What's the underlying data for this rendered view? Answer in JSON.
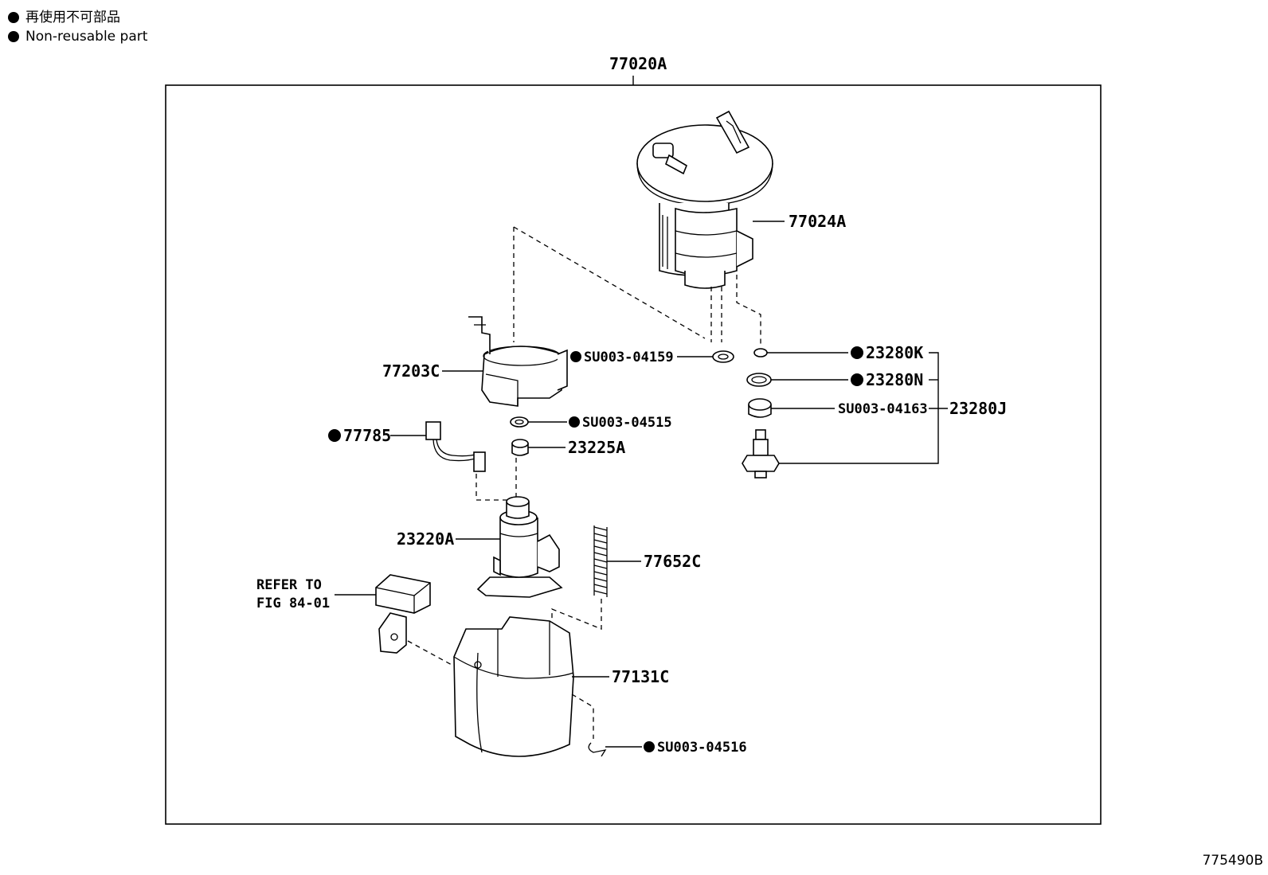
{
  "legend": {
    "line_ja": "再使用不可部品",
    "line_en": "Non-reusable part"
  },
  "drawing_id": "775490B",
  "assembly_label": "77020A",
  "parts": {
    "p77024A": "77024A",
    "p77203C": "77203C",
    "pSU003_04159": "SU003-04159",
    "p23280K": "23280K",
    "p23280N": "23280N",
    "pSU003_04163": "SU003-04163",
    "p23280J": "23280J",
    "p77785": "77785",
    "pSU003_04515": "SU003-04515",
    "p23225A": "23225A",
    "p23220A": "23220A",
    "p77652C": "77652C",
    "refer_line1": "REFER TO",
    "refer_line2": "FIG 84-01",
    "p77131C": "77131C",
    "pSU003_04516": "SU003-04516"
  }
}
